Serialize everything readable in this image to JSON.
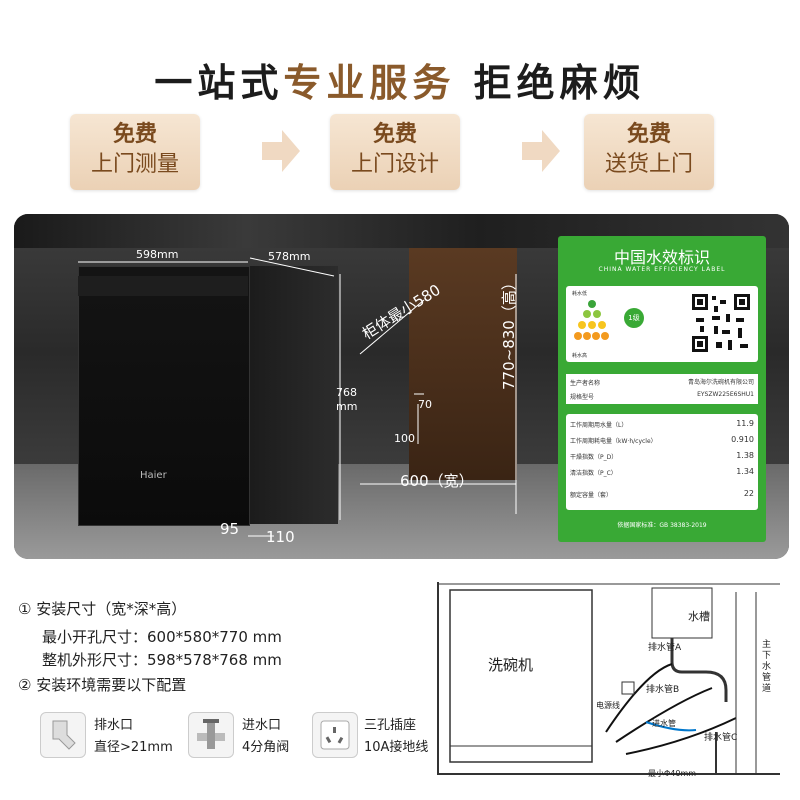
{
  "headline": {
    "part1": "一站式",
    "part2": "专业服务",
    "part3": "拒绝麻烦"
  },
  "services": [
    {
      "line1": "免费",
      "line2": "上门测量"
    },
    {
      "line1": "免费",
      "line2": "上门设计"
    },
    {
      "line1": "免费",
      "line2": "送货上门"
    }
  ],
  "scene": {
    "width_label": "598mm",
    "depth_label": "578mm",
    "height_label_1": "768",
    "height_label_2": "mm",
    "cabinet_min": "柜体最小580",
    "cabinet_height": "770~830（高）",
    "dim_70": "70",
    "dim_100": "100",
    "width_600": "600（宽）",
    "dim_95": "95",
    "dim_110": "110",
    "brand": "Haier"
  },
  "water_label": {
    "title": "中国水效标识",
    "subtitle": "CHINA WATER EFFICIENCY LABEL",
    "grade": "1级",
    "manufacturer_key": "生产者名称",
    "manufacturer_val": "青岛海尔洗碗机有限公司",
    "model_key": "规格型号",
    "model_val": "EYSZW225E6SHU1",
    "rows": [
      {
        "k": "工作周期用水量（L）",
        "v": "11.9"
      },
      {
        "k": "工作周期耗电量（kW·h/cycle）",
        "v": "0.910"
      },
      {
        "k": "干燥指数（P_D）",
        "v": "1.38"
      },
      {
        "k": "清洁指数（P_C）",
        "v": "1.34"
      },
      {
        "k": "额定容量（套）",
        "v": "22"
      }
    ],
    "footer": "依据国家标准：GB 38383-2019",
    "saving_hi": "耗水低",
    "saving_lo": "耗水高"
  },
  "install": {
    "h1": "① 安装尺寸（宽*深*高）",
    "min_hole": "最小开孔尺寸：600*580*770 mm",
    "overall": "整机外形尺寸：598*578*768 mm",
    "h2": "② 安装环境需要以下配置"
  },
  "items": [
    {
      "t1": "排水口",
      "t2": "直径>21mm"
    },
    {
      "t1": "进水口",
      "t2": "4分角阀"
    },
    {
      "t1": "三孔插座",
      "t2": "10A接地线"
    }
  ],
  "diagram": {
    "dishwasher": "洗碗机",
    "sink": "水槽",
    "pipe_a": "排水管A",
    "pipe_b": "排水管B",
    "pipe_c": "排水管C",
    "power": "电源线",
    "inlet": "进水管",
    "main_drain": "主下水管道",
    "min_d": "最小Φ40mm"
  }
}
